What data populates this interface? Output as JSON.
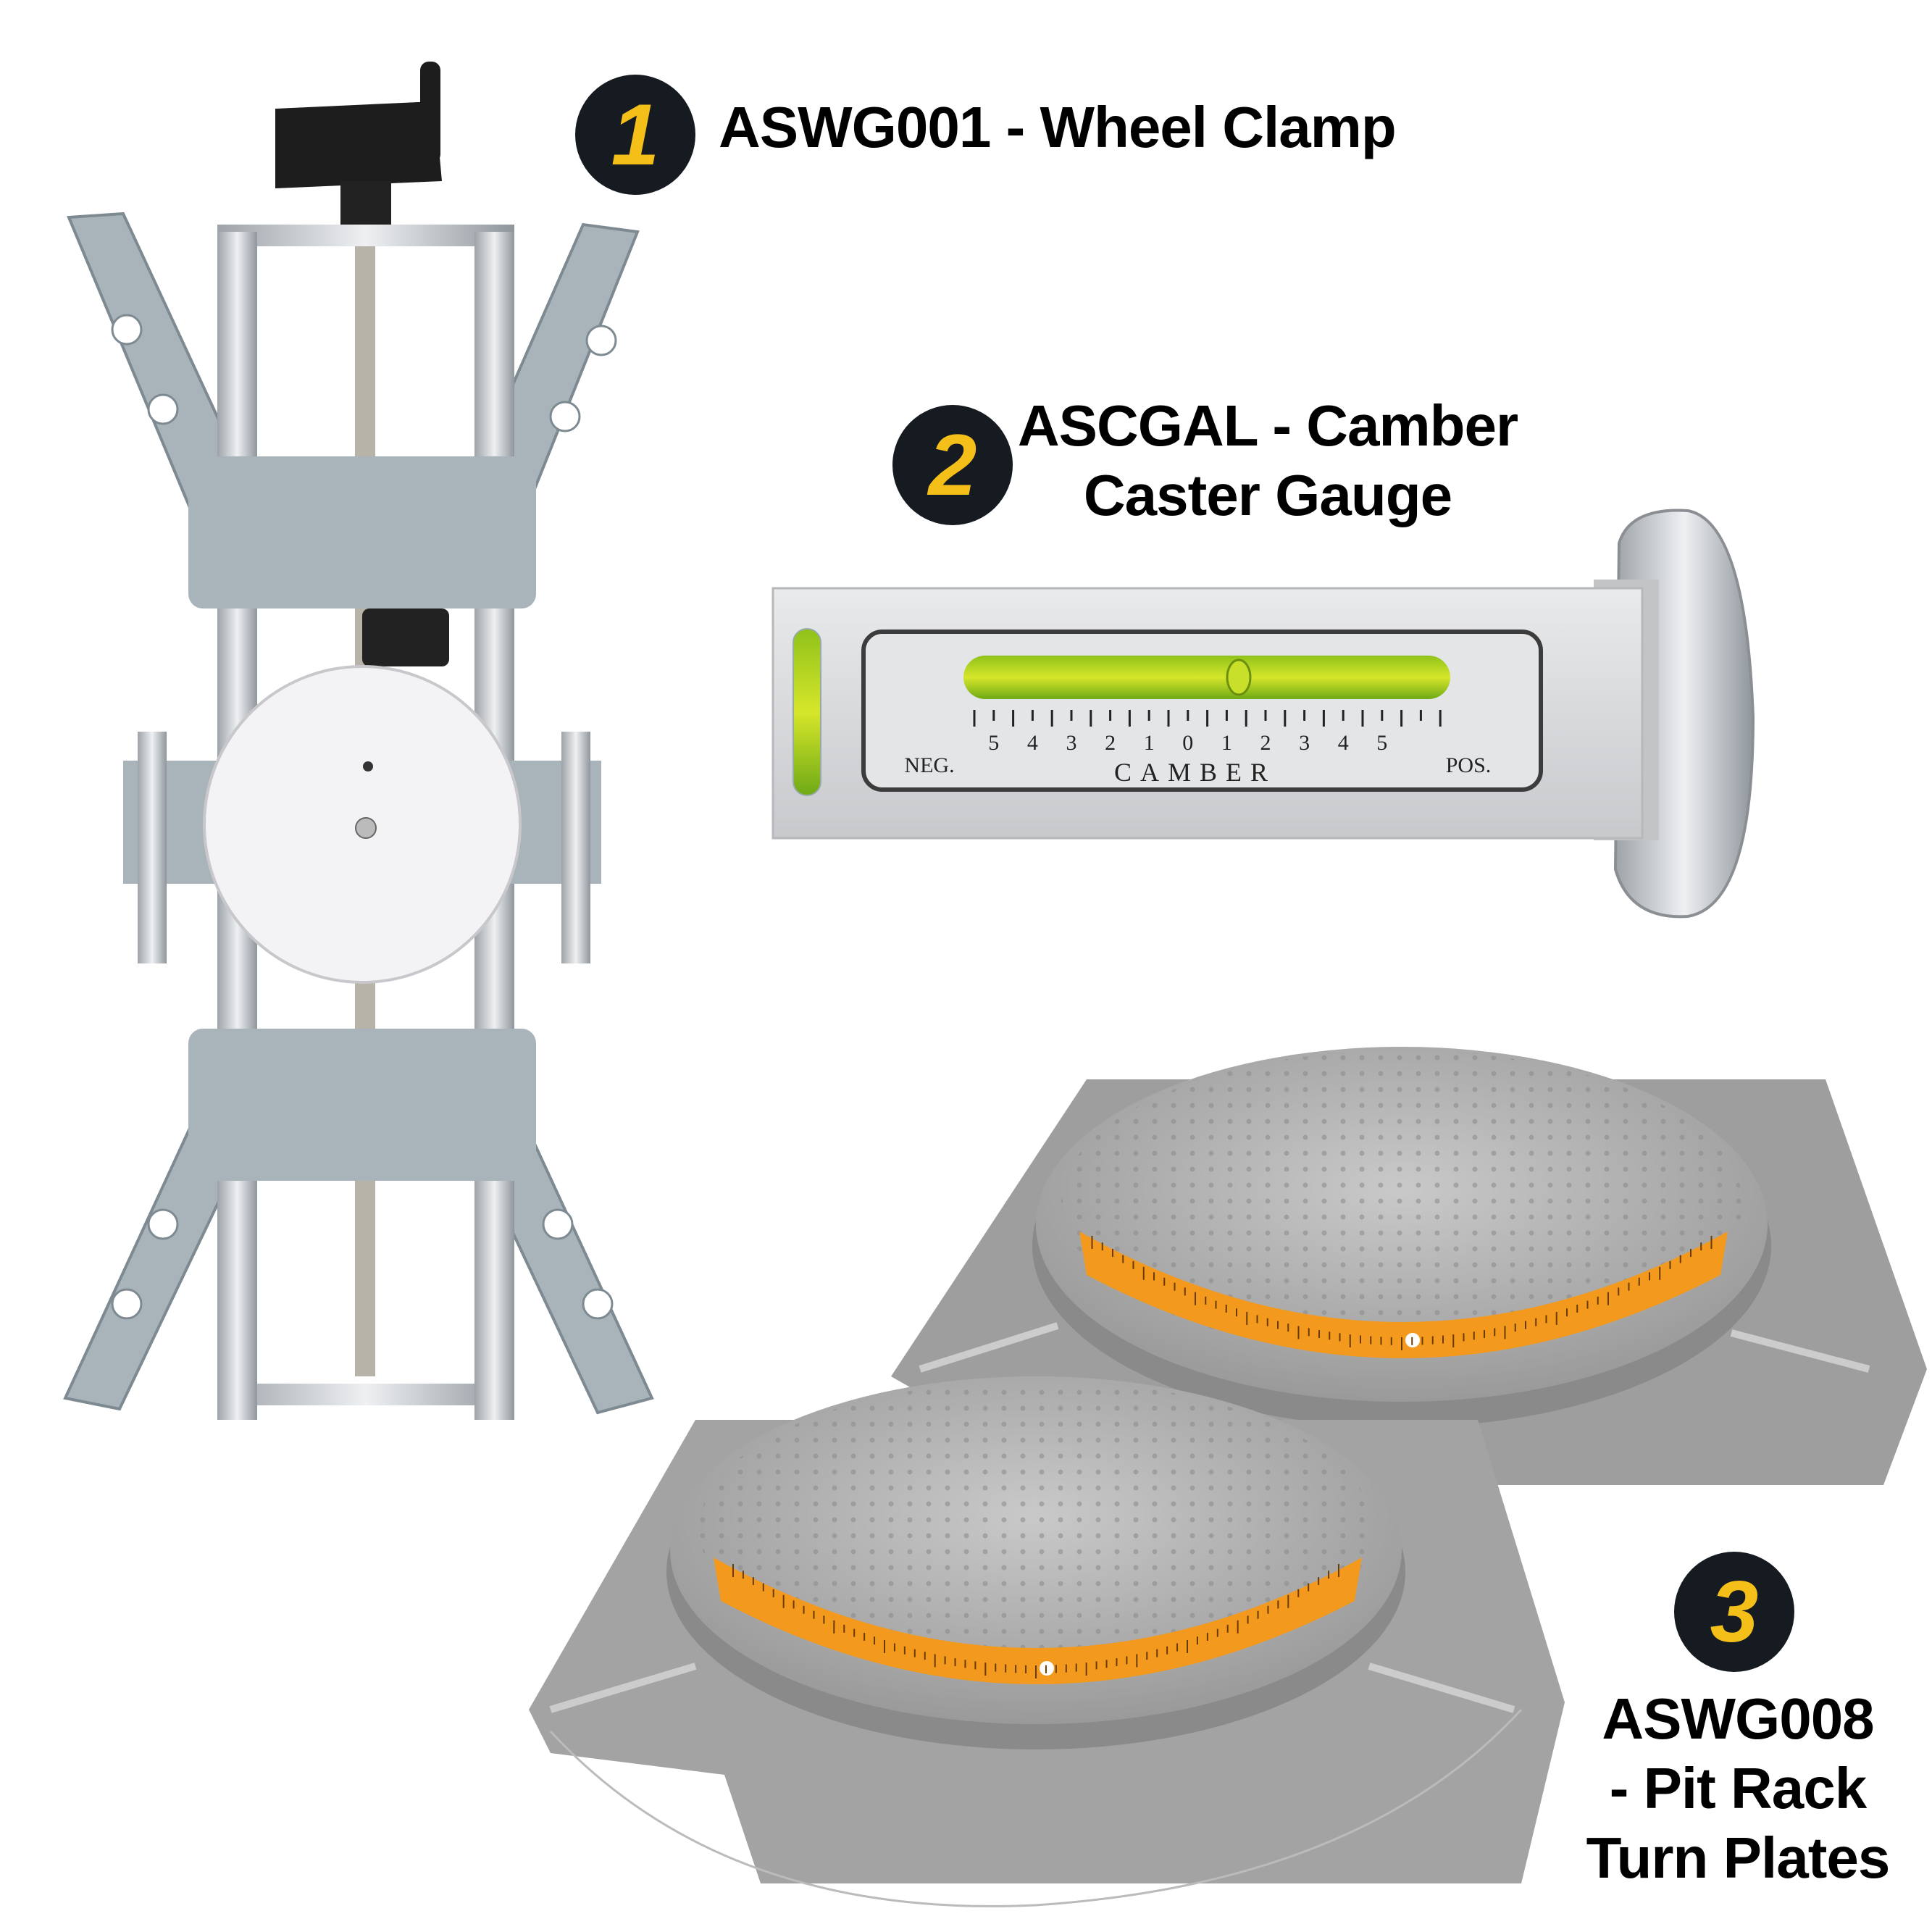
{
  "products": [
    {
      "number": "1",
      "label": "ASWG001 - Wheel Clamp"
    },
    {
      "number": "2",
      "label_lines": [
        "ASCGAL - Camber",
        "Caster Gauge"
      ]
    },
    {
      "number": "3",
      "label_lines": [
        "ASWG008",
        "- Pit Rack",
        "Turn Plates"
      ]
    }
  ],
  "gauge": {
    "scale": [
      "5",
      "4",
      "3",
      "2",
      "1",
      "0",
      "1",
      "2",
      "3",
      "4",
      "5"
    ],
    "neg": "NEG.",
    "pos": "POS.",
    "title": "CAMBER"
  },
  "colors": {
    "badge_bg": "#161b22",
    "badge_fg": "#f5bf1a",
    "scale_orange": "#f39a1e",
    "bubble_green": "#9ccf1c"
  }
}
